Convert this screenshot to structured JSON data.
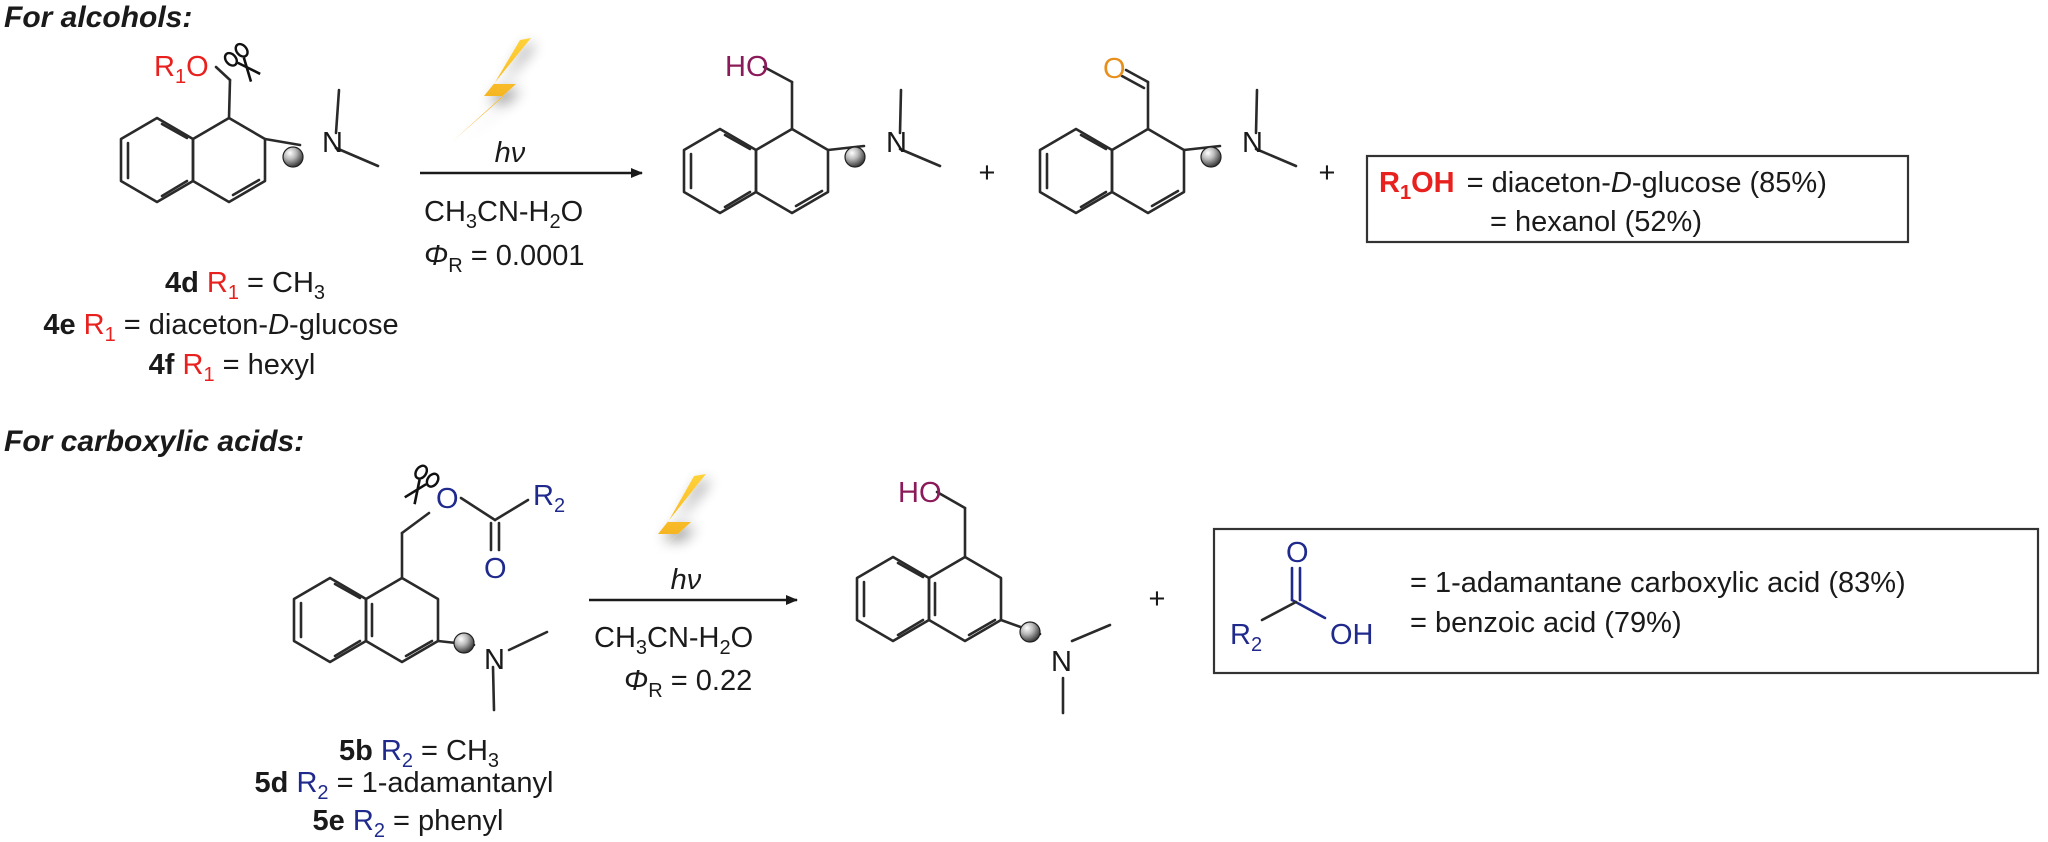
{
  "colors": {
    "r1_red": "#e8211e",
    "r2_blue": "#1f2a8c",
    "hydroxyl_purple": "#8b1a5a",
    "aldehyde_orange": "#e8901e",
    "bolt_yellow": "#f4b81c"
  },
  "icons": [
    "scissors-icon",
    "lightning-bolt-icon",
    "radical-dot-icon"
  ],
  "alcohols": {
    "heading": "For alcohols:",
    "reactant_r1": "R",
    "reactant_r1_sub": "1",
    "reactant_o": "O",
    "n_label": "N",
    "compounds": [
      {
        "id": "4d",
        "r": "R",
        "sub": "1",
        "eq": " = CH",
        "eq_sub": "3",
        "tail": ""
      },
      {
        "id": "4e",
        "r": "R",
        "sub": "1",
        "eq": " = diaceton-",
        "ital": "D",
        "tail": "-glucose"
      },
      {
        "id": "4f",
        "r": "R",
        "sub": "1",
        "eq": " = hexyl",
        "tail": ""
      }
    ],
    "conditions": {
      "light": "hν",
      "solvent_a": "CH",
      "solvent_a_sub": "3",
      "solvent_b": "CN-H",
      "solvent_b_sub": "2",
      "solvent_c": "O",
      "phi": "Φ",
      "phi_sub": "R",
      "phi_value": " = 0.0001"
    },
    "product1_ho": "HO",
    "product2_o": "O",
    "plus": "+",
    "box": {
      "r": "R",
      "sub": "1",
      "oh": "OH",
      "line1": "= diaceton-",
      "line1_ital": "D",
      "line1_tail": "-glucose (85%)",
      "line2": "= hexanol (52%)"
    }
  },
  "acids": {
    "heading": "For carboxylic acids:",
    "ester_o": "O",
    "carbonyl_o": "O",
    "r2": "R",
    "r2_sub": "2",
    "n_label": "N",
    "compounds": [
      {
        "id": "5b",
        "r": "R",
        "sub": "2",
        "eq": " = CH",
        "eq_sub": "3"
      },
      {
        "id": "5d",
        "r": "R",
        "sub": "2",
        "eq": " = 1-adamantanyl"
      },
      {
        "id": "5e",
        "r": "R",
        "sub": "2",
        "eq": " = phenyl"
      }
    ],
    "conditions": {
      "light": "hν",
      "solvent_a": "CH",
      "solvent_a_sub": "3",
      "solvent_b": "CN-H",
      "solvent_b_sub": "2",
      "solvent_c": "O",
      "phi": "Φ",
      "phi_sub": "R",
      "phi_value": " = 0.22"
    },
    "product_ho": "HO",
    "plus": "+",
    "box": {
      "o": "O",
      "r": "R",
      "sub": "2",
      "oh": "OH",
      "line1": "= 1-adamantane carboxylic acid (83%)",
      "line2": "= benzoic acid (79%)"
    }
  }
}
